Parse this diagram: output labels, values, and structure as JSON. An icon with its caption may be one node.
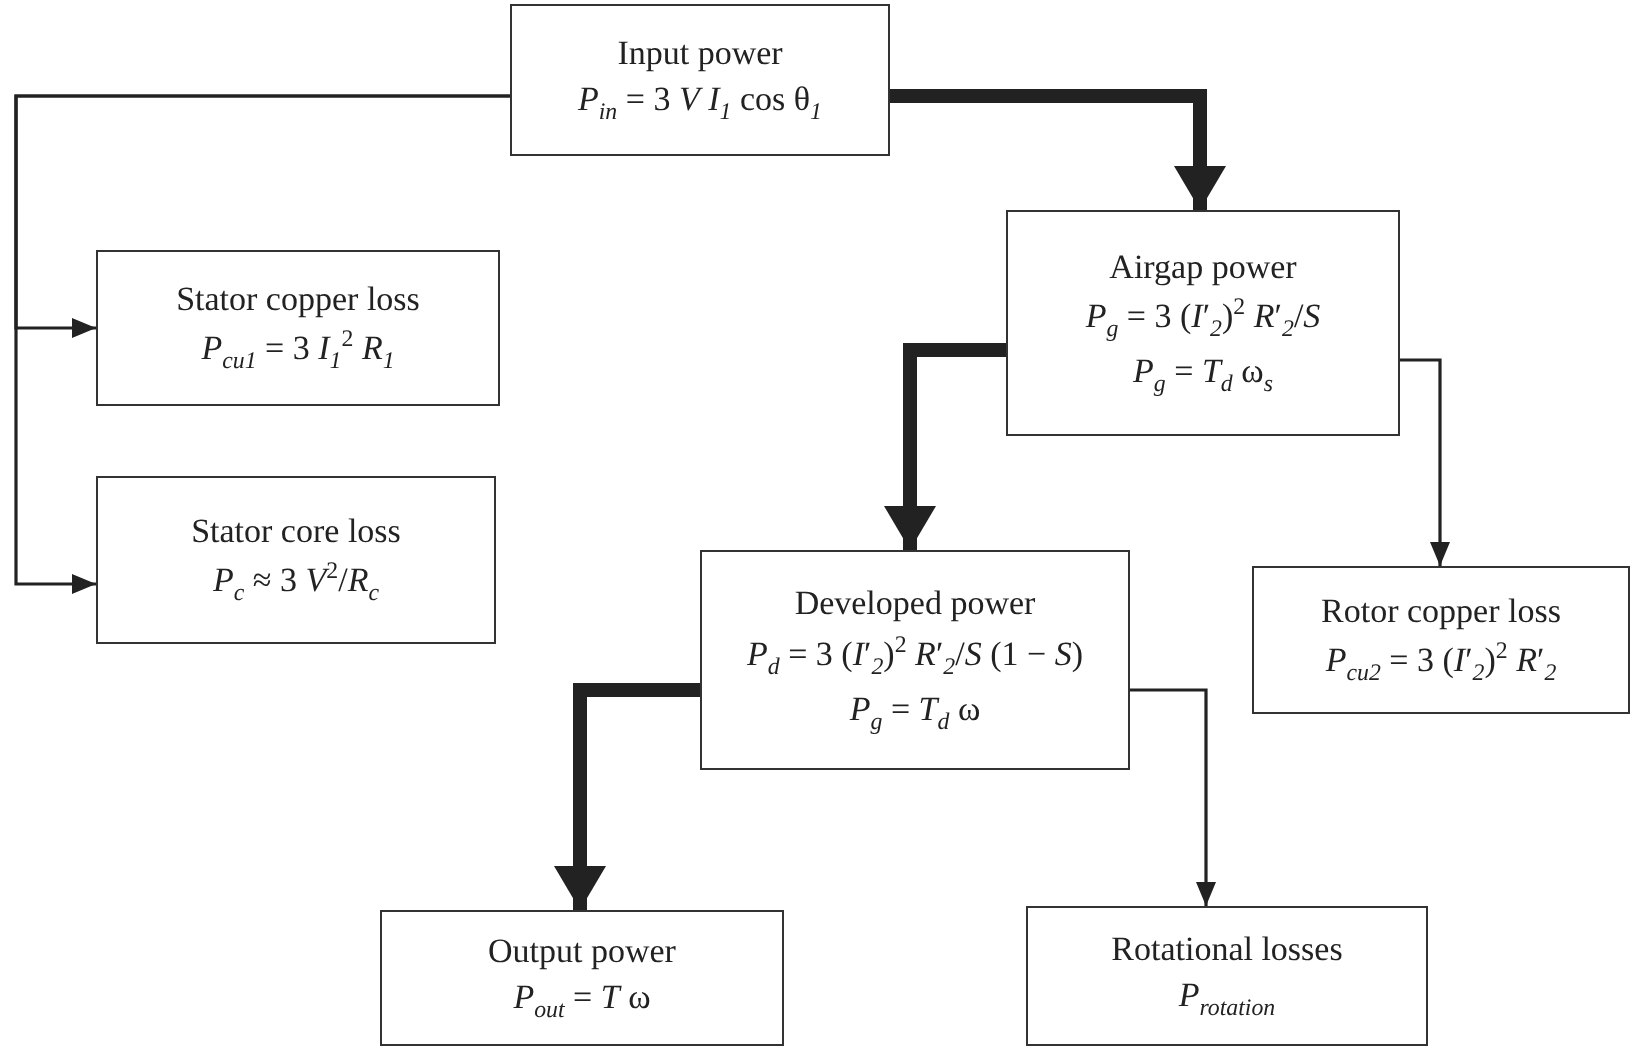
{
  "diagram": {
    "nodes": [
      {
        "text": [
          "Input power",
          "*P*$_{in}$ = 3 *V* *I*$_{1}$ cos θ$_{1}$"
        ]
      },
      {
        "text": [
          "Stator copper loss",
          "*P*$_{cu1}$ = 3 *I*$_{1}$$^{2}$ *R*$_{1}$"
        ]
      },
      {
        "text": [
          "Stator core loss",
          "*P*$_{c}$ ≈ 3 *V*$^{2}$/*R*$_{c}$"
        ]
      },
      {
        "text": [
          "Airgap power",
          "*P*$_{g}$ = 3 (*I*′$_{2}$)$^{2}$ *R*′$_{2}$/*S*",
          "*P*$_{g}$ = *T*$_{d}$ ω$_{s}$"
        ]
      },
      {
        "text": [
          "Rotor copper loss",
          "*P*$_{cu2}$ = 3 (*I*′$_{2}$)$^{2}$ *R*′$_{2}$"
        ]
      },
      {
        "text": [
          "Developed power",
          "*P*$_{d}$ = 3 (*I*′$_{2}$)$^{2}$ *R*′$_{2}$/*S* (1 − *S*)",
          "*P*$_{g}$ = *T*$_{d}$ ω"
        ]
      },
      {
        "text": [
          "Output power",
          "*P*$_{out}$ = *T* ω"
        ]
      },
      {
        "text": [
          "Rotational losses",
          "*P*$_{rotation}$"
        ]
      }
    ],
    "edges": [
      {
        "from": 0,
        "to": 3,
        "arrow": "to",
        "style": "thick"
      },
      {
        "from": 0,
        "to": 1,
        "arrow": "to"
      },
      {
        "from": 0,
        "to": 2,
        "arrow": "to"
      },
      {
        "from": 3,
        "to": 5,
        "arrow": "to",
        "style": "thick"
      },
      {
        "from": 3,
        "to": 4,
        "arrow": "to"
      },
      {
        "from": 5,
        "to": 6,
        "arrow": "to",
        "style": "thick"
      },
      {
        "from": 5,
        "to": 7,
        "arrow": "to"
      }
    ]
  }
}
